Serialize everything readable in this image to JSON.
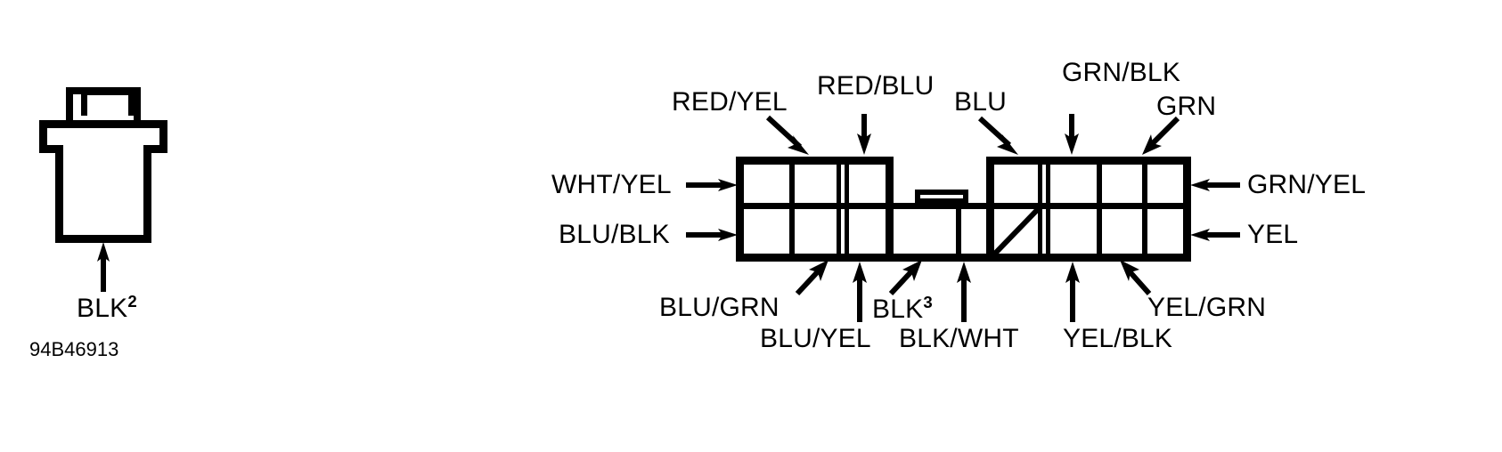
{
  "figure": {
    "id_label": "94B46913"
  },
  "left_connector": {
    "name": "ground-eyelet-connector",
    "label": "BLK",
    "superscript": "2"
  },
  "main_connector": {
    "name": "multi-pin-connector",
    "left_side_labels": [
      {
        "text": "WHT/YEL",
        "row": "top"
      },
      {
        "text": "BLU/BLK",
        "row": "bottom"
      }
    ],
    "right_side_labels": [
      {
        "text": "GRN/YEL",
        "row": "top"
      },
      {
        "text": "YEL",
        "row": "bottom"
      }
    ],
    "top_labels": [
      {
        "text": "RED/YEL"
      },
      {
        "text": "RED/BLU"
      },
      {
        "text": "BLU"
      },
      {
        "text": "GRN/BLK"
      },
      {
        "text": "GRN"
      }
    ],
    "bottom_labels": [
      {
        "text": "BLU/GRN",
        "superscript": ""
      },
      {
        "text": "BLU/YEL",
        "superscript": ""
      },
      {
        "text": "BLK",
        "superscript": "3"
      },
      {
        "text": "BLK/WHT",
        "superscript": ""
      },
      {
        "text": "YEL/BLK",
        "superscript": ""
      },
      {
        "text": "YEL/GRN",
        "superscript": ""
      }
    ]
  },
  "style": {
    "ink": "#000000",
    "paper": "#ffffff"
  }
}
